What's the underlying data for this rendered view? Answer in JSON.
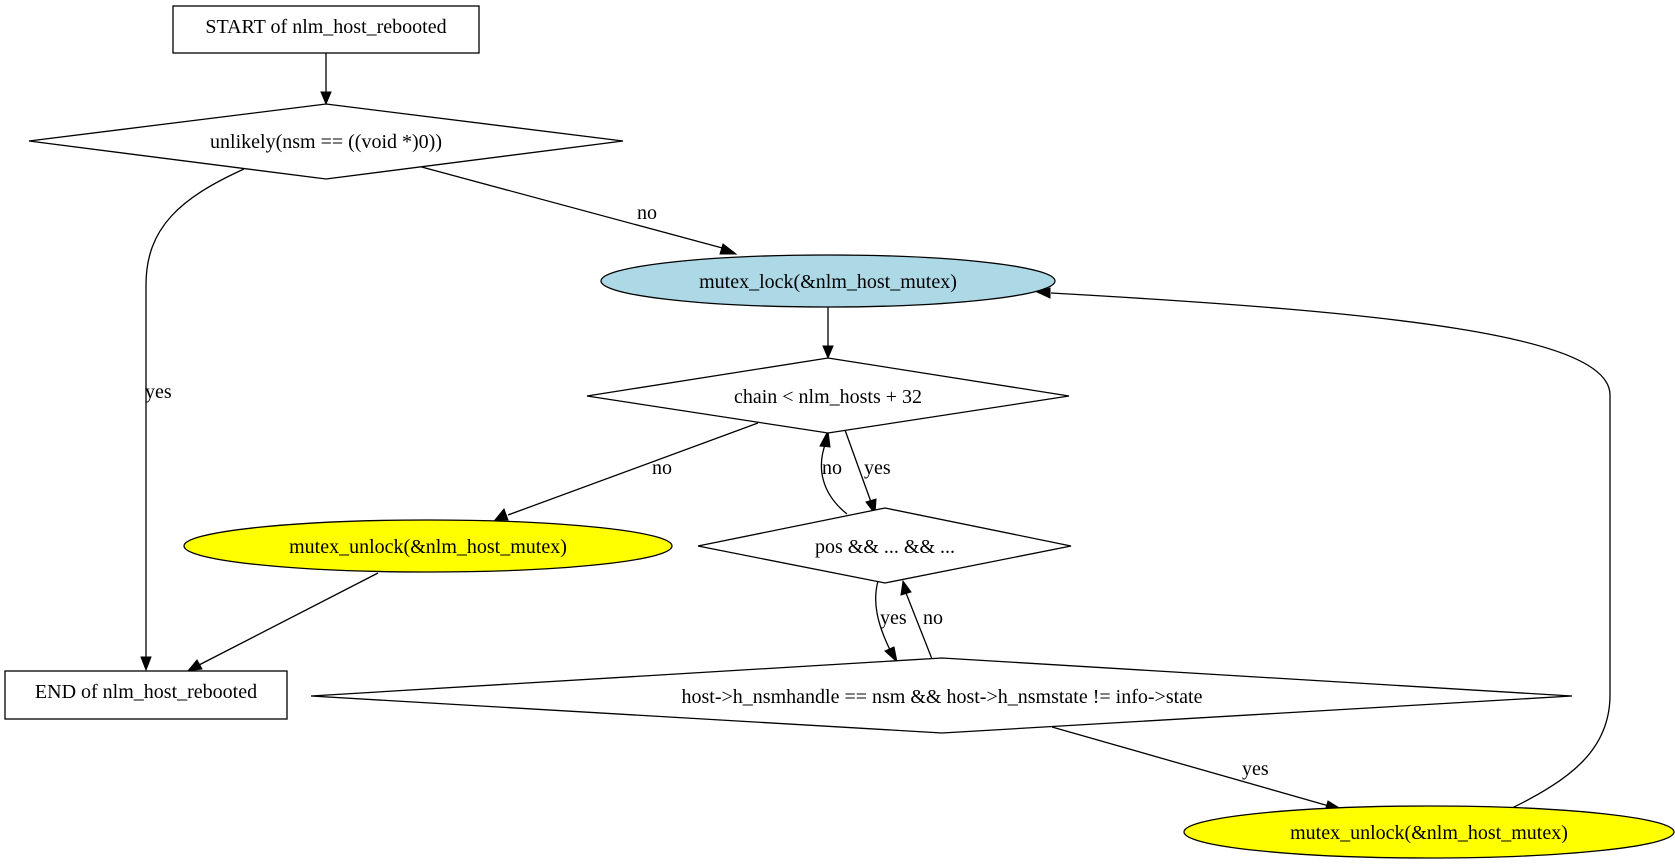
{
  "diagram": {
    "colors": {
      "background": "#ffffff",
      "stroke": "#000000",
      "lock_fill": "#add8e6",
      "unlock_fill": "#ffff00",
      "box_fill": "#ffffff"
    },
    "nodes": {
      "start": {
        "label": "START of nlm_host_rebooted",
        "shape": "box"
      },
      "cond_nsm": {
        "label": "unlikely(nsm == ((void *)0))",
        "shape": "diamond"
      },
      "lock": {
        "label": "mutex_lock(&nlm_host_mutex)",
        "shape": "ellipse"
      },
      "cond_chain": {
        "label": "chain < nlm_hosts + 32",
        "shape": "diamond"
      },
      "unlock_left": {
        "label": "mutex_unlock(&nlm_host_mutex)",
        "shape": "ellipse"
      },
      "cond_pos": {
        "label": "pos && ... && ...",
        "shape": "diamond"
      },
      "end": {
        "label": "END of nlm_host_rebooted",
        "shape": "box"
      },
      "cond_host": {
        "label": "host->h_nsmhandle == nsm && host->h_nsmstate != info->state",
        "shape": "diamond"
      },
      "unlock_right": {
        "label": "mutex_unlock(&nlm_host_mutex)",
        "shape": "ellipse"
      }
    },
    "edges": {
      "start_to_cond_nsm": {
        "from": "start",
        "to": "cond_nsm",
        "label": ""
      },
      "cond_nsm_yes": {
        "from": "cond_nsm",
        "to": "end",
        "label": "yes"
      },
      "cond_nsm_no": {
        "from": "cond_nsm",
        "to": "lock",
        "label": "no"
      },
      "lock_to_chain": {
        "from": "lock",
        "to": "cond_chain",
        "label": ""
      },
      "chain_no": {
        "from": "cond_chain",
        "to": "unlock_left",
        "label": "no"
      },
      "chain_yes": {
        "from": "cond_chain",
        "to": "cond_pos",
        "label": "yes"
      },
      "pos_no": {
        "from": "cond_pos",
        "to": "cond_chain",
        "label": "no"
      },
      "pos_yes": {
        "from": "cond_pos",
        "to": "cond_host",
        "label": "yes"
      },
      "host_no": {
        "from": "cond_host",
        "to": "cond_pos",
        "label": "no"
      },
      "host_yes": {
        "from": "cond_host",
        "to": "unlock_right",
        "label": "yes"
      },
      "unlock_left_to_end": {
        "from": "unlock_left",
        "to": "end",
        "label": ""
      },
      "unlock_right_to_lock": {
        "from": "unlock_right",
        "to": "lock",
        "label": ""
      }
    }
  }
}
